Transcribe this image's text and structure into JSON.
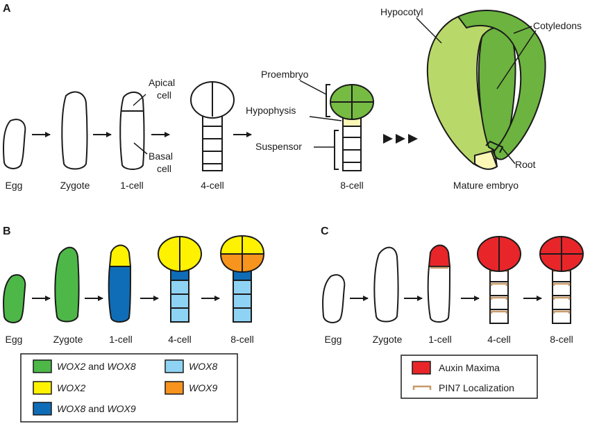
{
  "panels": {
    "a": "A",
    "b": "B",
    "c": "C"
  },
  "stages": {
    "a": [
      "Egg",
      "Zygote",
      "1-cell",
      "4-cell",
      "8-cell",
      "Mature embryo"
    ],
    "b": [
      "Egg",
      "Zygote",
      "1-cell",
      "4-cell",
      "8-cell"
    ],
    "c": [
      "Egg",
      "Zygote",
      "1-cell",
      "4-cell",
      "8-cell"
    ]
  },
  "annotations": {
    "apical_1": "Apical",
    "apical_2": "cell",
    "basal_1": "Basal",
    "basal_2": "cell",
    "proembryo": "Proembryo",
    "hypophysis": "Hypophysis",
    "suspensor": "Suspensor",
    "hypocotyl": "Hypocotyl",
    "cotyledons": "Cotyledons",
    "root": "Root"
  },
  "legend_b": [
    {
      "pre": "WOX2",
      "mid": " and ",
      "post": "WOX8",
      "color": "#4db848"
    },
    {
      "pre": "WOX8",
      "mid": "",
      "post": "",
      "color": "#8fd3f4"
    },
    {
      "pre": "WOX2",
      "mid": "",
      "post": "",
      "color": "#fff200"
    },
    {
      "pre": "WOX9",
      "mid": "",
      "post": "",
      "color": "#f7941d"
    },
    {
      "pre": "WOX8",
      "mid": " and ",
      "post": "WOX9",
      "color": "#0f6db8"
    }
  ],
  "legend_c": [
    {
      "label": "Auxin Maxima",
      "color": "#e8262a"
    },
    {
      "label": "PIN7 Localization",
      "color": "#c79a6b"
    }
  ],
  "colors": {
    "wox2_wox8": "#4db848",
    "wox2": "#fff200",
    "wox8_wox9": "#0f6db8",
    "wox8": "#8fd3f4",
    "wox9": "#f7941d",
    "auxin": "#e8262a",
    "pin7": "#c79a6b",
    "proembryo_green": "#76bc43",
    "hypophysis_yellow": "#fbf7b6",
    "hypocotyl_green": "#b9d86a",
    "cotyledon_green": "#6cb33f"
  }
}
